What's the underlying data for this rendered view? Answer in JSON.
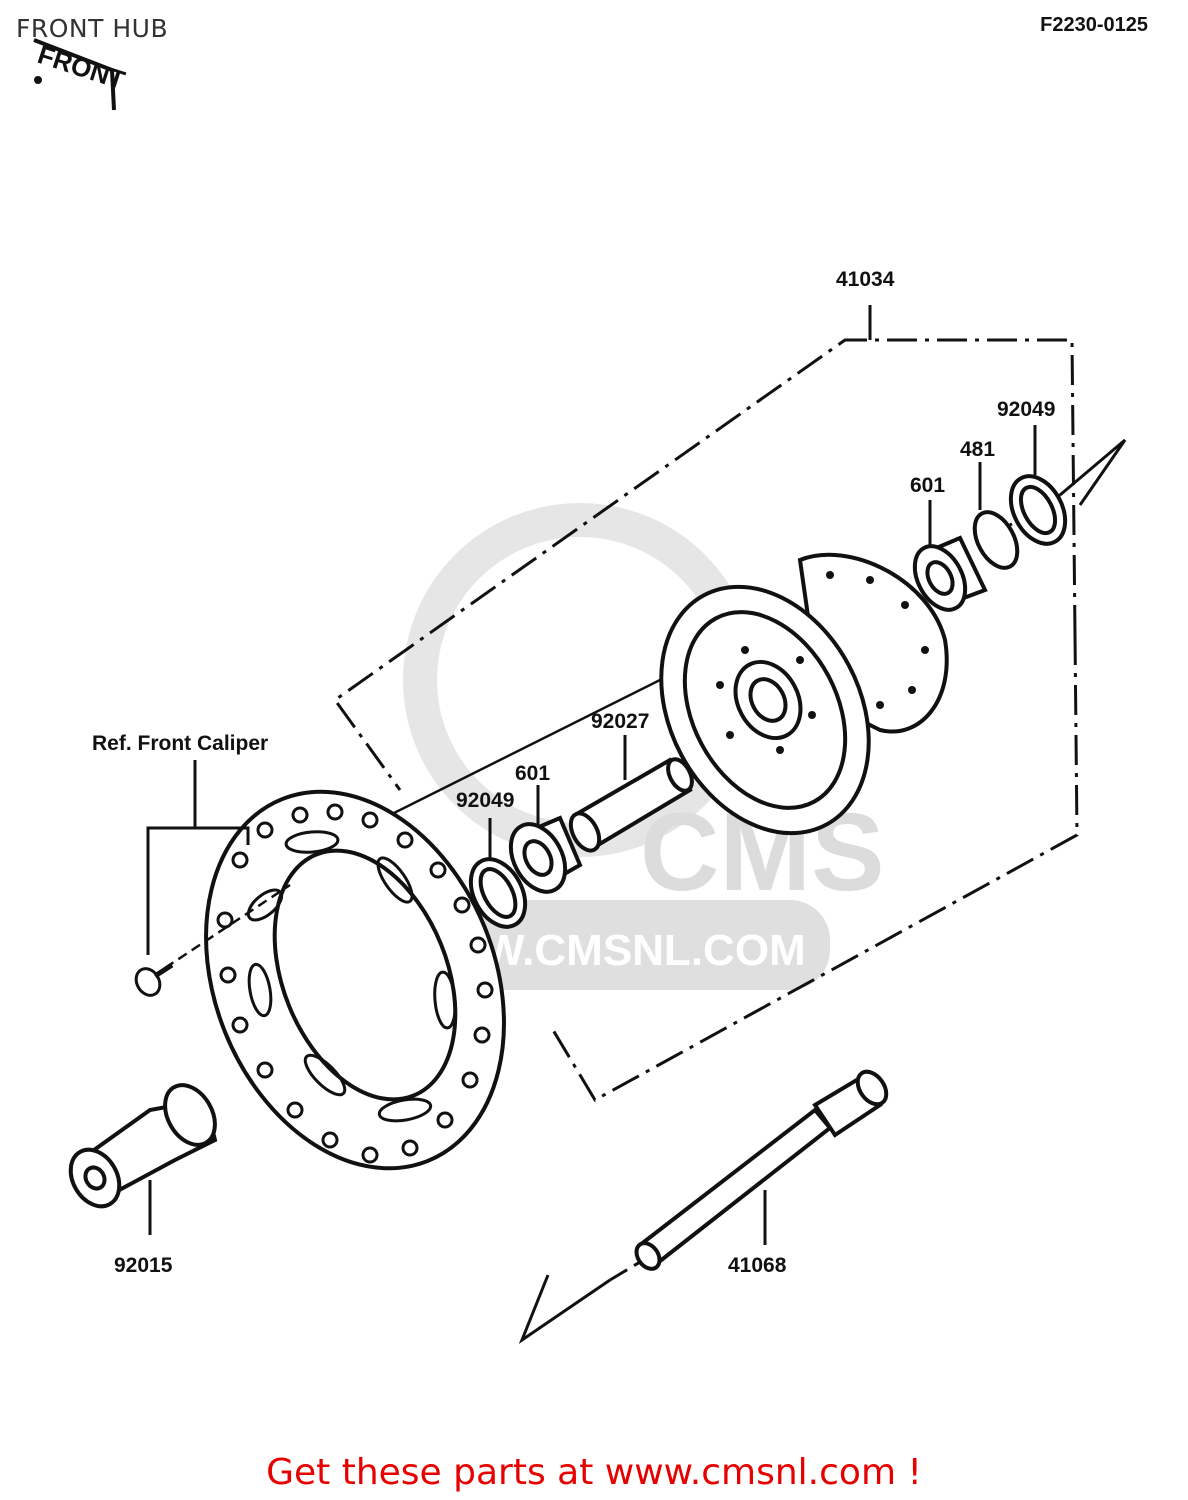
{
  "header": {
    "title": "FRONT HUB",
    "diagram_code": "F2230-0125"
  },
  "direction_marker": {
    "text": "FRONT"
  },
  "callouts": {
    "hub_assembly": "41034",
    "oil_seal_right": "92049",
    "ring": "481",
    "bearing_right": "601",
    "spacer": "92027",
    "bearing_left": "601",
    "oil_seal_left": "92049",
    "ref_caliper": "Ref. Front Caliper",
    "collar": "92015",
    "axle": "41068"
  },
  "watermark": {
    "brand": "CMS",
    "url": "WWW.CMSNL.COM"
  },
  "footer": {
    "link_text": "Get these parts at www.cmsnl.com !",
    "link_color": "#e60000"
  }
}
